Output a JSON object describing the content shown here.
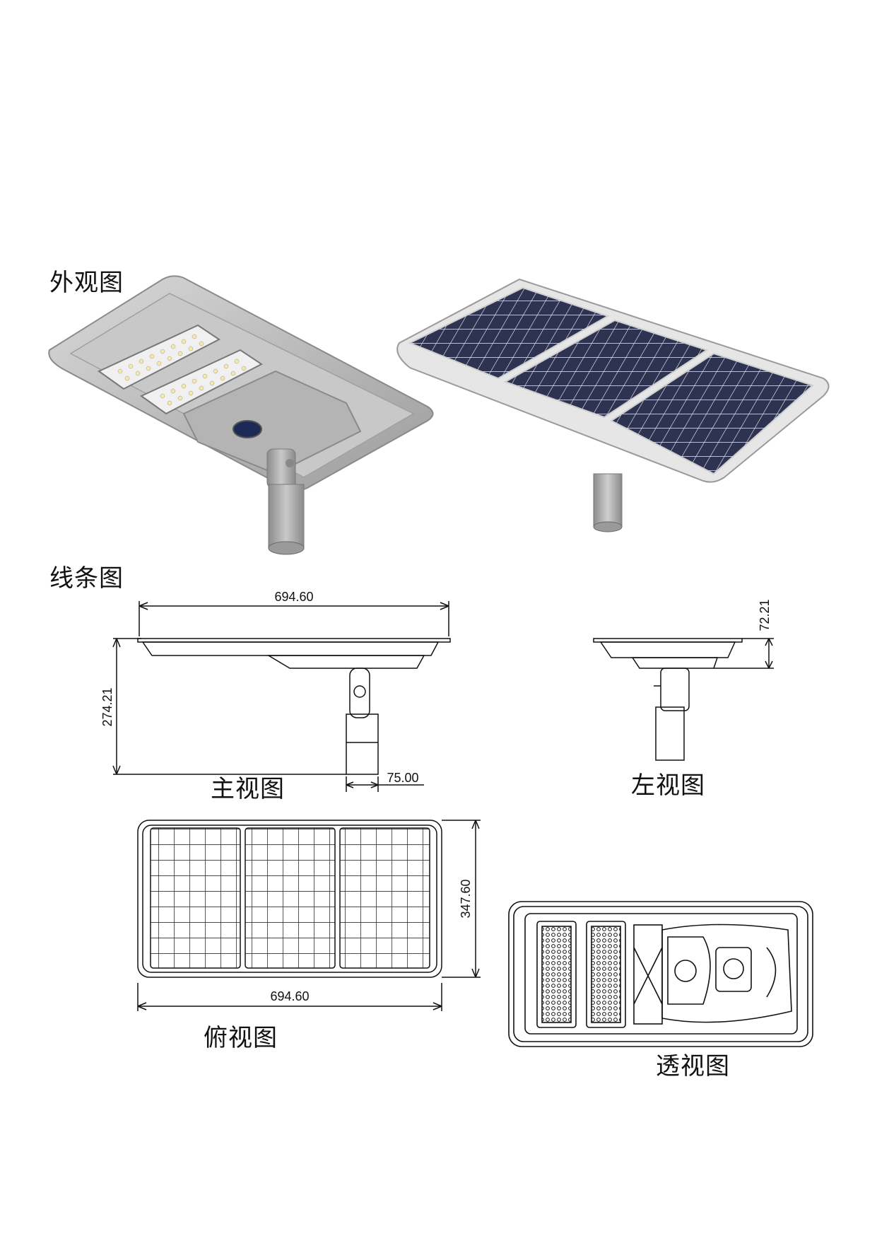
{
  "sections": {
    "appearance_title": "外观图",
    "linework_title": "线条图"
  },
  "views": {
    "front": "主视图",
    "left": "左视图",
    "top": "俯视图",
    "perspective": "透视图"
  },
  "dimensions": {
    "front_width": "694.60",
    "front_height": "274.21",
    "pole_diameter": "75.00",
    "side_height": "72.21",
    "top_width": "694.60",
    "top_depth": "347.60"
  },
  "colors": {
    "housing": "#b8b8b8",
    "panel": "#2e3352",
    "panel_frame": "#e6e6e6",
    "line": "#111111"
  }
}
